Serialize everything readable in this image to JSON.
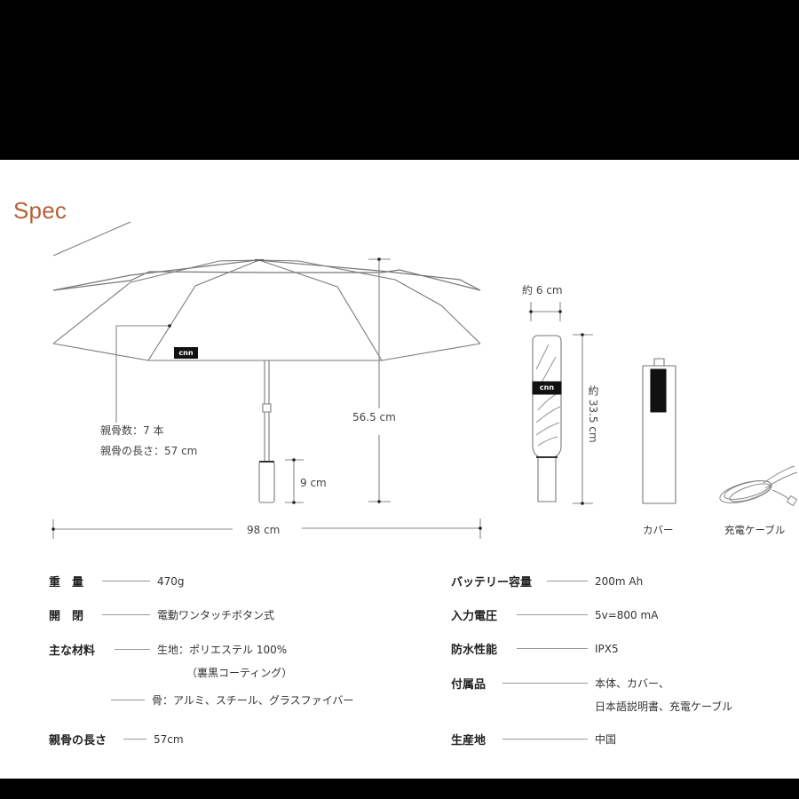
{
  "page": {
    "title": "Spec"
  },
  "diagram": {
    "open_umbrella": {
      "rib_count_label": "親骨数：7 本",
      "rib_length_label": "親骨の長さ：57 cm",
      "height_label": "56.5 cm",
      "handle_label": "9 cm",
      "width_label": "98 cm",
      "logo_text": "cnn"
    },
    "folded_umbrella": {
      "width_label": "約 6 cm",
      "length_label": "約 33.5 cm"
    },
    "accessories": {
      "cover_caption": "カバー",
      "cable_caption": "充電ケーブル"
    }
  },
  "specs_left": [
    {
      "key": "重　量",
      "value": "470g"
    },
    {
      "key": "開　閉",
      "value": "電動ワンタッチボタン式"
    },
    {
      "key": "主な材料",
      "value": "生地：ポリエステル 100%",
      "extra": "（裏黒コーティング）"
    },
    {
      "key": "",
      "value": "骨：アルミ、スチール、グラスファイバー"
    },
    {
      "key": "親骨の長さ",
      "value": "57cm"
    }
  ],
  "specs_right": [
    {
      "key": "バッテリー容量",
      "value": "200m Ah"
    },
    {
      "key": "入力電圧",
      "value": "5v=800 mA"
    },
    {
      "key": "防水性能",
      "value": "IPX5"
    },
    {
      "key": "付属品",
      "value": "本体、カバー、",
      "extra": "日本語説明書、充電ケーブル"
    },
    {
      "key": "生産地",
      "value": "中国"
    }
  ],
  "colors": {
    "title": "#b5603a",
    "line": "#777777",
    "background": "#ffffff",
    "frame": "#000000"
  }
}
